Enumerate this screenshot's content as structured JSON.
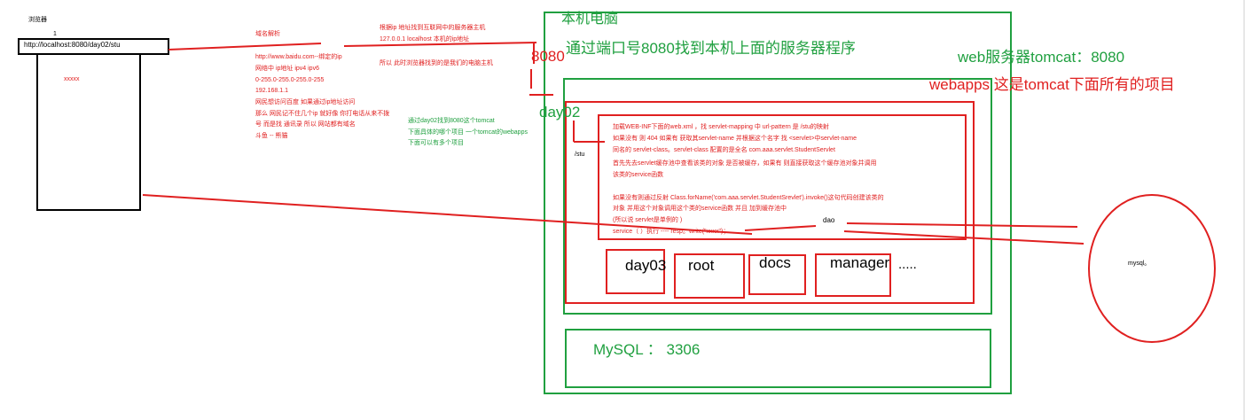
{
  "browser": {
    "title": "浏览器",
    "tab_number": "1",
    "url": "http://localhost:8080/day02/stu",
    "content": "xxxxx"
  },
  "dns": {
    "heading": "域名解析",
    "lines": [
      "http://www.baidu.com--绑定的ip",
      "网络中 ip地址  ipv4 ipv6",
      "0-255.0-255.0-255.0-255",
      "192.168.1.1",
      "网民想访问百度 如果通过ip地址访问",
      "那么 网民记不住几个ip 就好像 你打电话从来不拨",
      "号 而是找 通讯录 所以 网站都有域名",
      "斗鱼 -- 熊猫"
    ]
  },
  "lookup": {
    "lines": [
      "根据ip 地址找到互联网中的服务器主机",
      "127.0.0.1   localhost  本机的ip地址"
    ],
    "note": "所以 此时浏览器找到的是我们的电脑主机"
  },
  "port_label": "8080",
  "project_note": {
    "lines": [
      "通过day02找到8080这个tomcat",
      "下面具体的哪个项目 一个tomcat的webapps",
      "下面可以有多个项目"
    ]
  },
  "computer": {
    "title": "本机电脑",
    "subtitle": "通过端口号8080找到本机上面的服务器程序"
  },
  "tomcat": {
    "label": "web服务器tomcat：8080",
    "webapps_label": "webapps 这是tomcat下面所有的项目"
  },
  "day02": {
    "label": "day02",
    "path": "/stu",
    "servlet_lines": [
      "加载WEB-INF下面的web.xml ，找 servlet-mapping 中 url-pattern 是 /stu的映射",
      "如果没有 则 404 如果有 获取其servlet-name 并根据这个名字 找 <servlet>中servlet-name",
      "同名的 servlet-class。servlet-class 配置的是全名 com.aaa.servlet.StudentServlet",
      "首先先去servlet缓存池中查看该类的对象 是否被缓存，如果有 则直接获取这个缓存池对象并调用",
      "该类的service函数",
      "",
      "如果没有则通过反射 Class.forName('com.aaa.servlet.StudentSrevlet').invoke()这句代码创建该类的",
      "对象 并用这个对象调用这个类的service函数 并且 加到缓存池中",
      "(所以说 servlet是单例的 )",
      "service（   ）执行 ---- resp。write(\"xxxx\")；"
    ],
    "dao_label": "dao"
  },
  "other_projects": {
    "items": [
      "day03",
      "root",
      "docs",
      "manager"
    ],
    "ellipsis": "....."
  },
  "mysql_box": {
    "label": "MySQL  ：  3306"
  },
  "mysql_circle": {
    "label": "mysql。"
  },
  "colors": {
    "red": "#e02020",
    "green": "#20a040",
    "black": "#000000"
  }
}
